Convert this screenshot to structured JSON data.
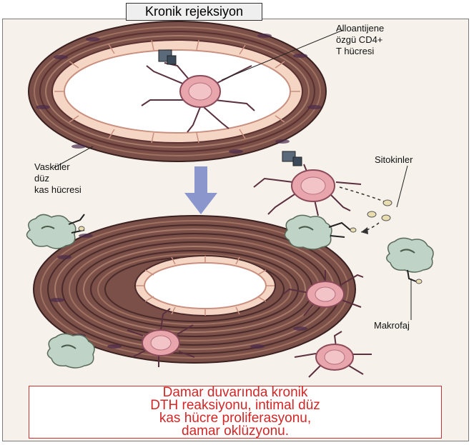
{
  "title": "Kronik rejeksiyon",
  "labels": {
    "cd4_cell": "Alloantijene\nözgü CD4+\nT hücresi",
    "smooth_muscle": "Vasküler\ndüz\nkas hücresi",
    "cytokines": "Sitokinler",
    "macrophage": "Makrofaj"
  },
  "caption": "Damar duvarında kronik\nDTH reaksiyonu, intimal düz\nkas hücre proliferasyonu,\ndamar oklüzyonu.",
  "colors": {
    "vessel_wall": "#7a5048",
    "vessel_dark": "#4a2a2a",
    "endothelium": "#f5d6c4",
    "t_cell": "#e8a6ac",
    "macrophage": "#bfd4c6",
    "arrow": "#8a96cc",
    "caption_text": "#d32626"
  }
}
